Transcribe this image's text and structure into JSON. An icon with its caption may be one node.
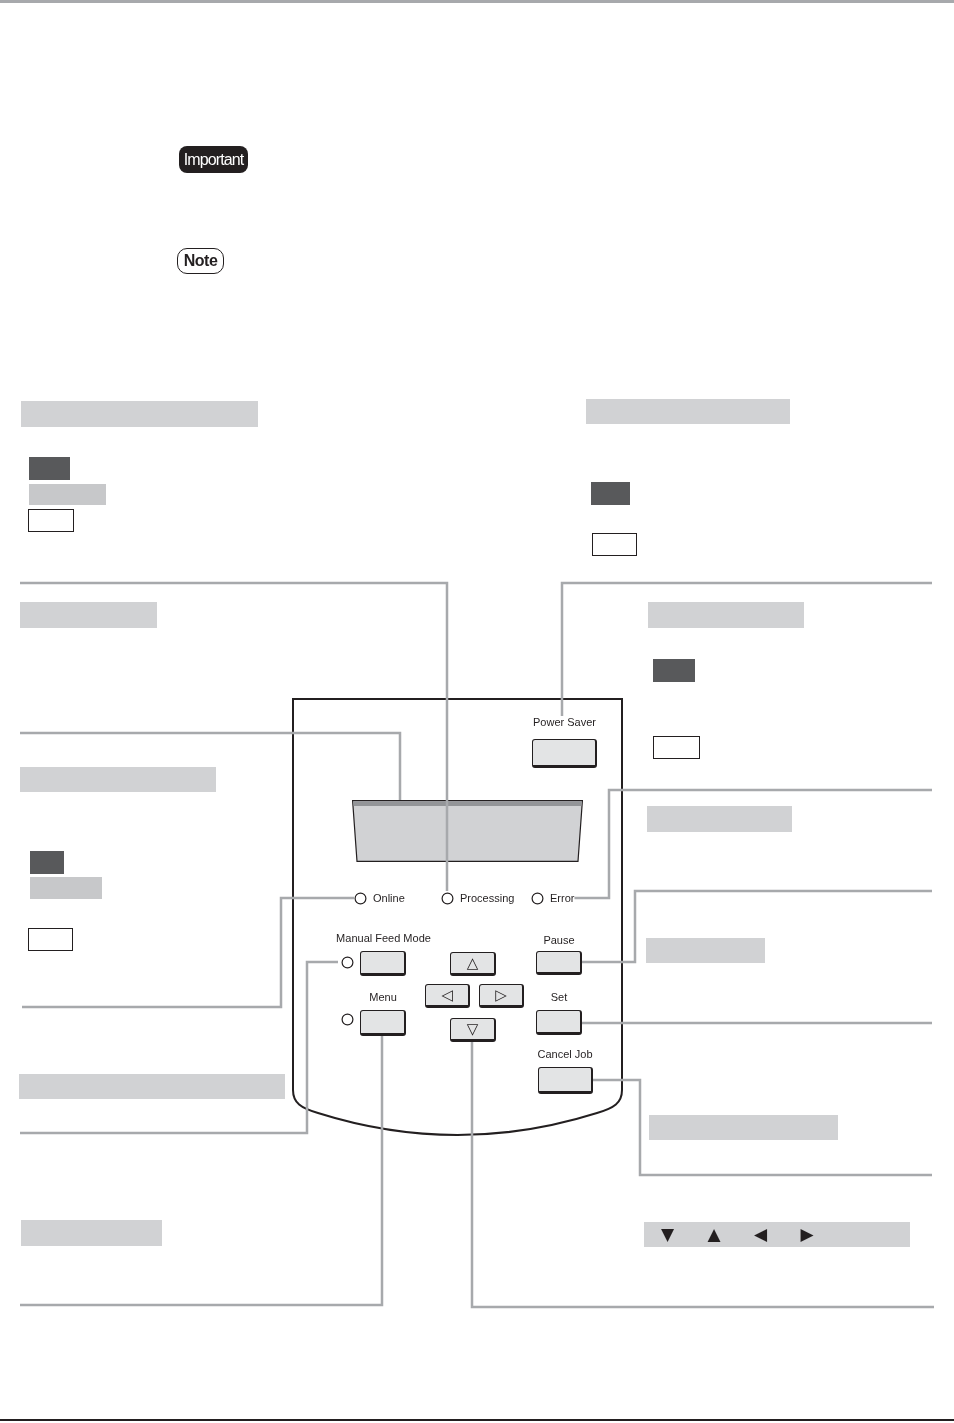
{
  "diagram": {
    "nodes": [
      {
        "text": [
          "Important"
        ]
      },
      {
        "text": [
          "Note"
        ]
      },
      {
        "text": [],
        "shape": "bar"
      },
      {
        "text": [],
        "shape": "bar"
      },
      {
        "text": [],
        "shape": "bar"
      },
      {
        "text": [],
        "shape": "bar"
      },
      {
        "text": [],
        "shape": "bar"
      },
      {
        "text": [],
        "shape": "bar"
      },
      {
        "text": [],
        "shape": "bar"
      },
      {
        "text": [],
        "shape": "bar"
      },
      {
        "text": [],
        "shape": "bar"
      },
      {
        "text": [],
        "shape": "bar"
      },
      {
        "text": [
          "▼ ▲ ◀ ▶"
        ]
      },
      {
        "text": [],
        "shape": "box"
      },
      {
        "text": [
          "Power Saver"
        ],
        "in": 13
      },
      {
        "text": [],
        "shape": "trapezoid",
        "in": 13
      },
      {
        "text": [
          "Online"
        ],
        "in": 13
      },
      {
        "text": [
          "Processing"
        ],
        "in": 13
      },
      {
        "text": [
          "Error"
        ],
        "in": 13
      },
      {
        "text": [
          "Manual Feed Mode"
        ],
        "in": 13
      },
      {
        "text": [
          "△"
        ],
        "in": 13
      },
      {
        "text": [
          "Pause"
        ],
        "in": 13
      },
      {
        "text": [
          "◁"
        ],
        "in": 13
      },
      {
        "text": [
          "▷"
        ],
        "in": 13
      },
      {
        "text": [
          "Set"
        ],
        "in": 13
      },
      {
        "text": [
          "Menu"
        ],
        "in": 13
      },
      {
        "text": [
          "▽"
        ],
        "in": 13
      },
      {
        "text": [
          "Cancel Job"
        ],
        "in": 13
      }
    ],
    "edges": [
      {
        "from": null,
        "to": 17,
        "arrow": "none"
      },
      {
        "from": null,
        "to": 14,
        "arrow": "none"
      },
      {
        "from": null,
        "to": 15,
        "arrow": "none"
      },
      {
        "from": null,
        "to": 18,
        "arrow": "none"
      },
      {
        "from": null,
        "to": 21,
        "arrow": "none"
      },
      {
        "from": null,
        "to": 16,
        "arrow": "none"
      },
      {
        "from": null,
        "to": 24,
        "arrow": "none"
      },
      {
        "from": null,
        "to": 19,
        "arrow": "none"
      },
      {
        "from": null,
        "to": 27,
        "arrow": "none"
      },
      {
        "from": null,
        "to": 25,
        "arrow": "none"
      },
      {
        "from": null,
        "to": 26,
        "arrow": "none"
      }
    ]
  }
}
